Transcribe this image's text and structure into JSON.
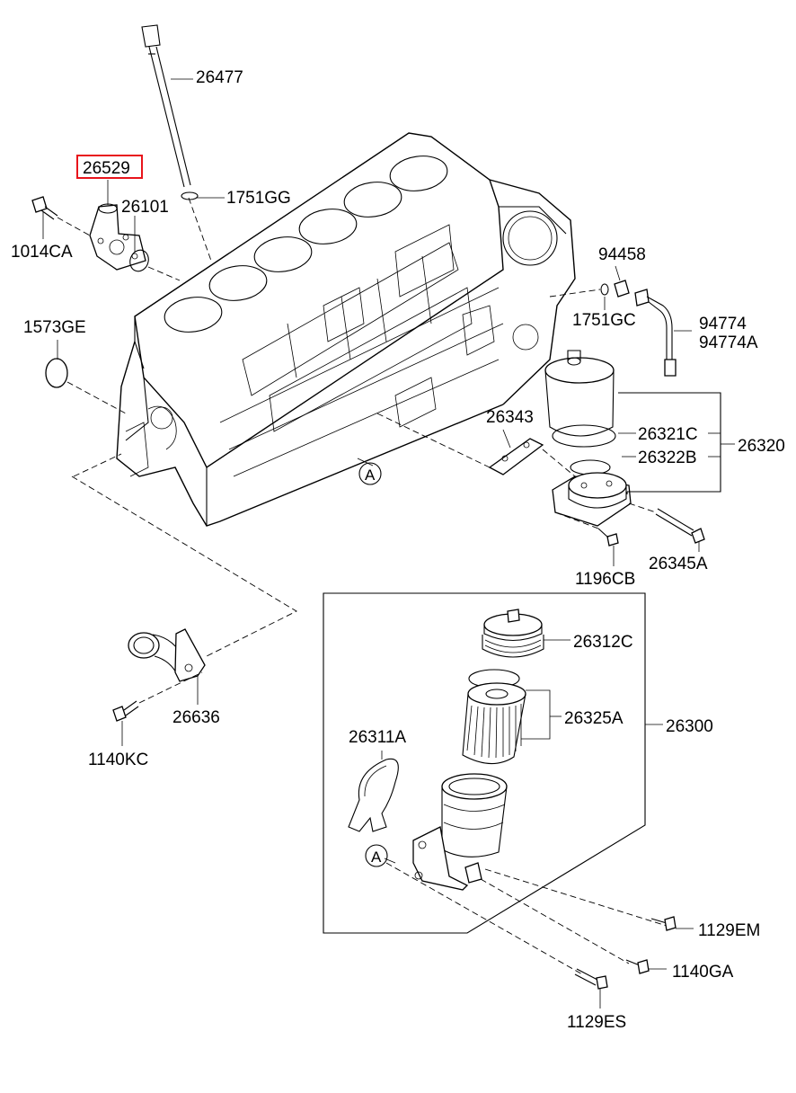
{
  "labels": {
    "p26477": "26477",
    "p26529": "26529",
    "p26101": "26101",
    "p1751GG": "1751GG",
    "p1014CA": "1014CA",
    "p1573GE": "1573GE",
    "p94458": "94458",
    "p1751GC": "1751GC",
    "p94774": "94774",
    "p94774A": "94774A",
    "p26343": "26343",
    "p26321C": "26321C",
    "p26322B": "26322B",
    "p26320": "26320",
    "p1196CB": "1196CB",
    "p26345A": "26345A",
    "p26312C": "26312C",
    "p26325A": "26325A",
    "p26300": "26300",
    "p26311A": "26311A",
    "p26636": "26636",
    "p1140KC": "1140KC",
    "p1129EM": "1129EM",
    "p1140GA": "1140GA",
    "p1129ES": "1129ES"
  },
  "refs": {
    "a1": "A",
    "a2": "A"
  },
  "highlighted_part": "26529",
  "colors": {
    "highlight": "#e8141b",
    "line": "#000000",
    "background": "#ffffff"
  }
}
